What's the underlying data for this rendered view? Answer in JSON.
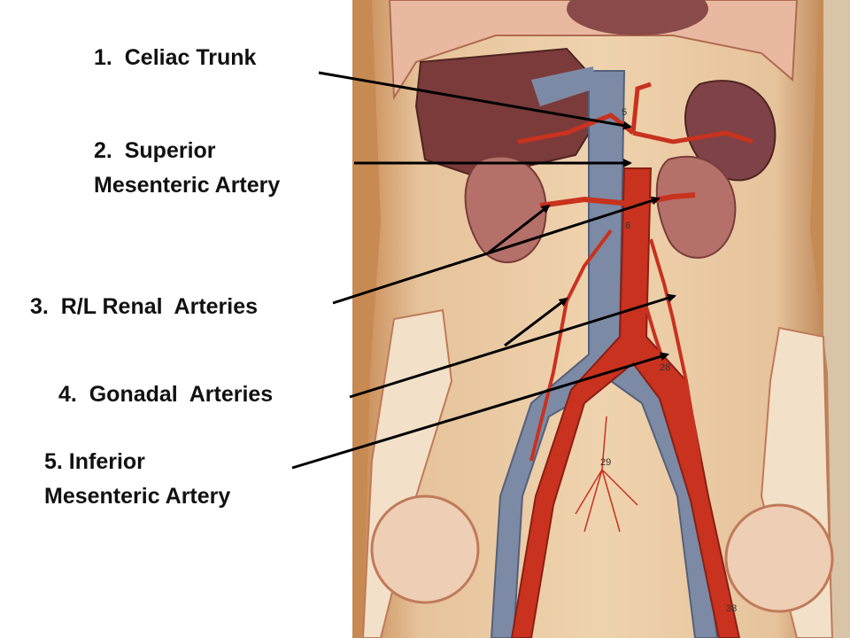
{
  "labels": {
    "l1": "1.  Celiac Trunk",
    "l2a": "2.  Superior",
    "l2b": "Mesenteric Artery",
    "l3": "3.  R/L Renal  Arteries",
    "l4": "4.  Gonadal  Arteries",
    "l5a": "5. Inferior",
    "l5b": "Mesenteric Artery"
  },
  "model_numbers": [
    "5",
    "6",
    "28",
    "29",
    "33"
  ],
  "colors": {
    "artery": "#c8321e",
    "vein": "#7c8aa6",
    "skin": "#e9c9a0",
    "background": "#ffffff",
    "arrow": "#000000"
  }
}
